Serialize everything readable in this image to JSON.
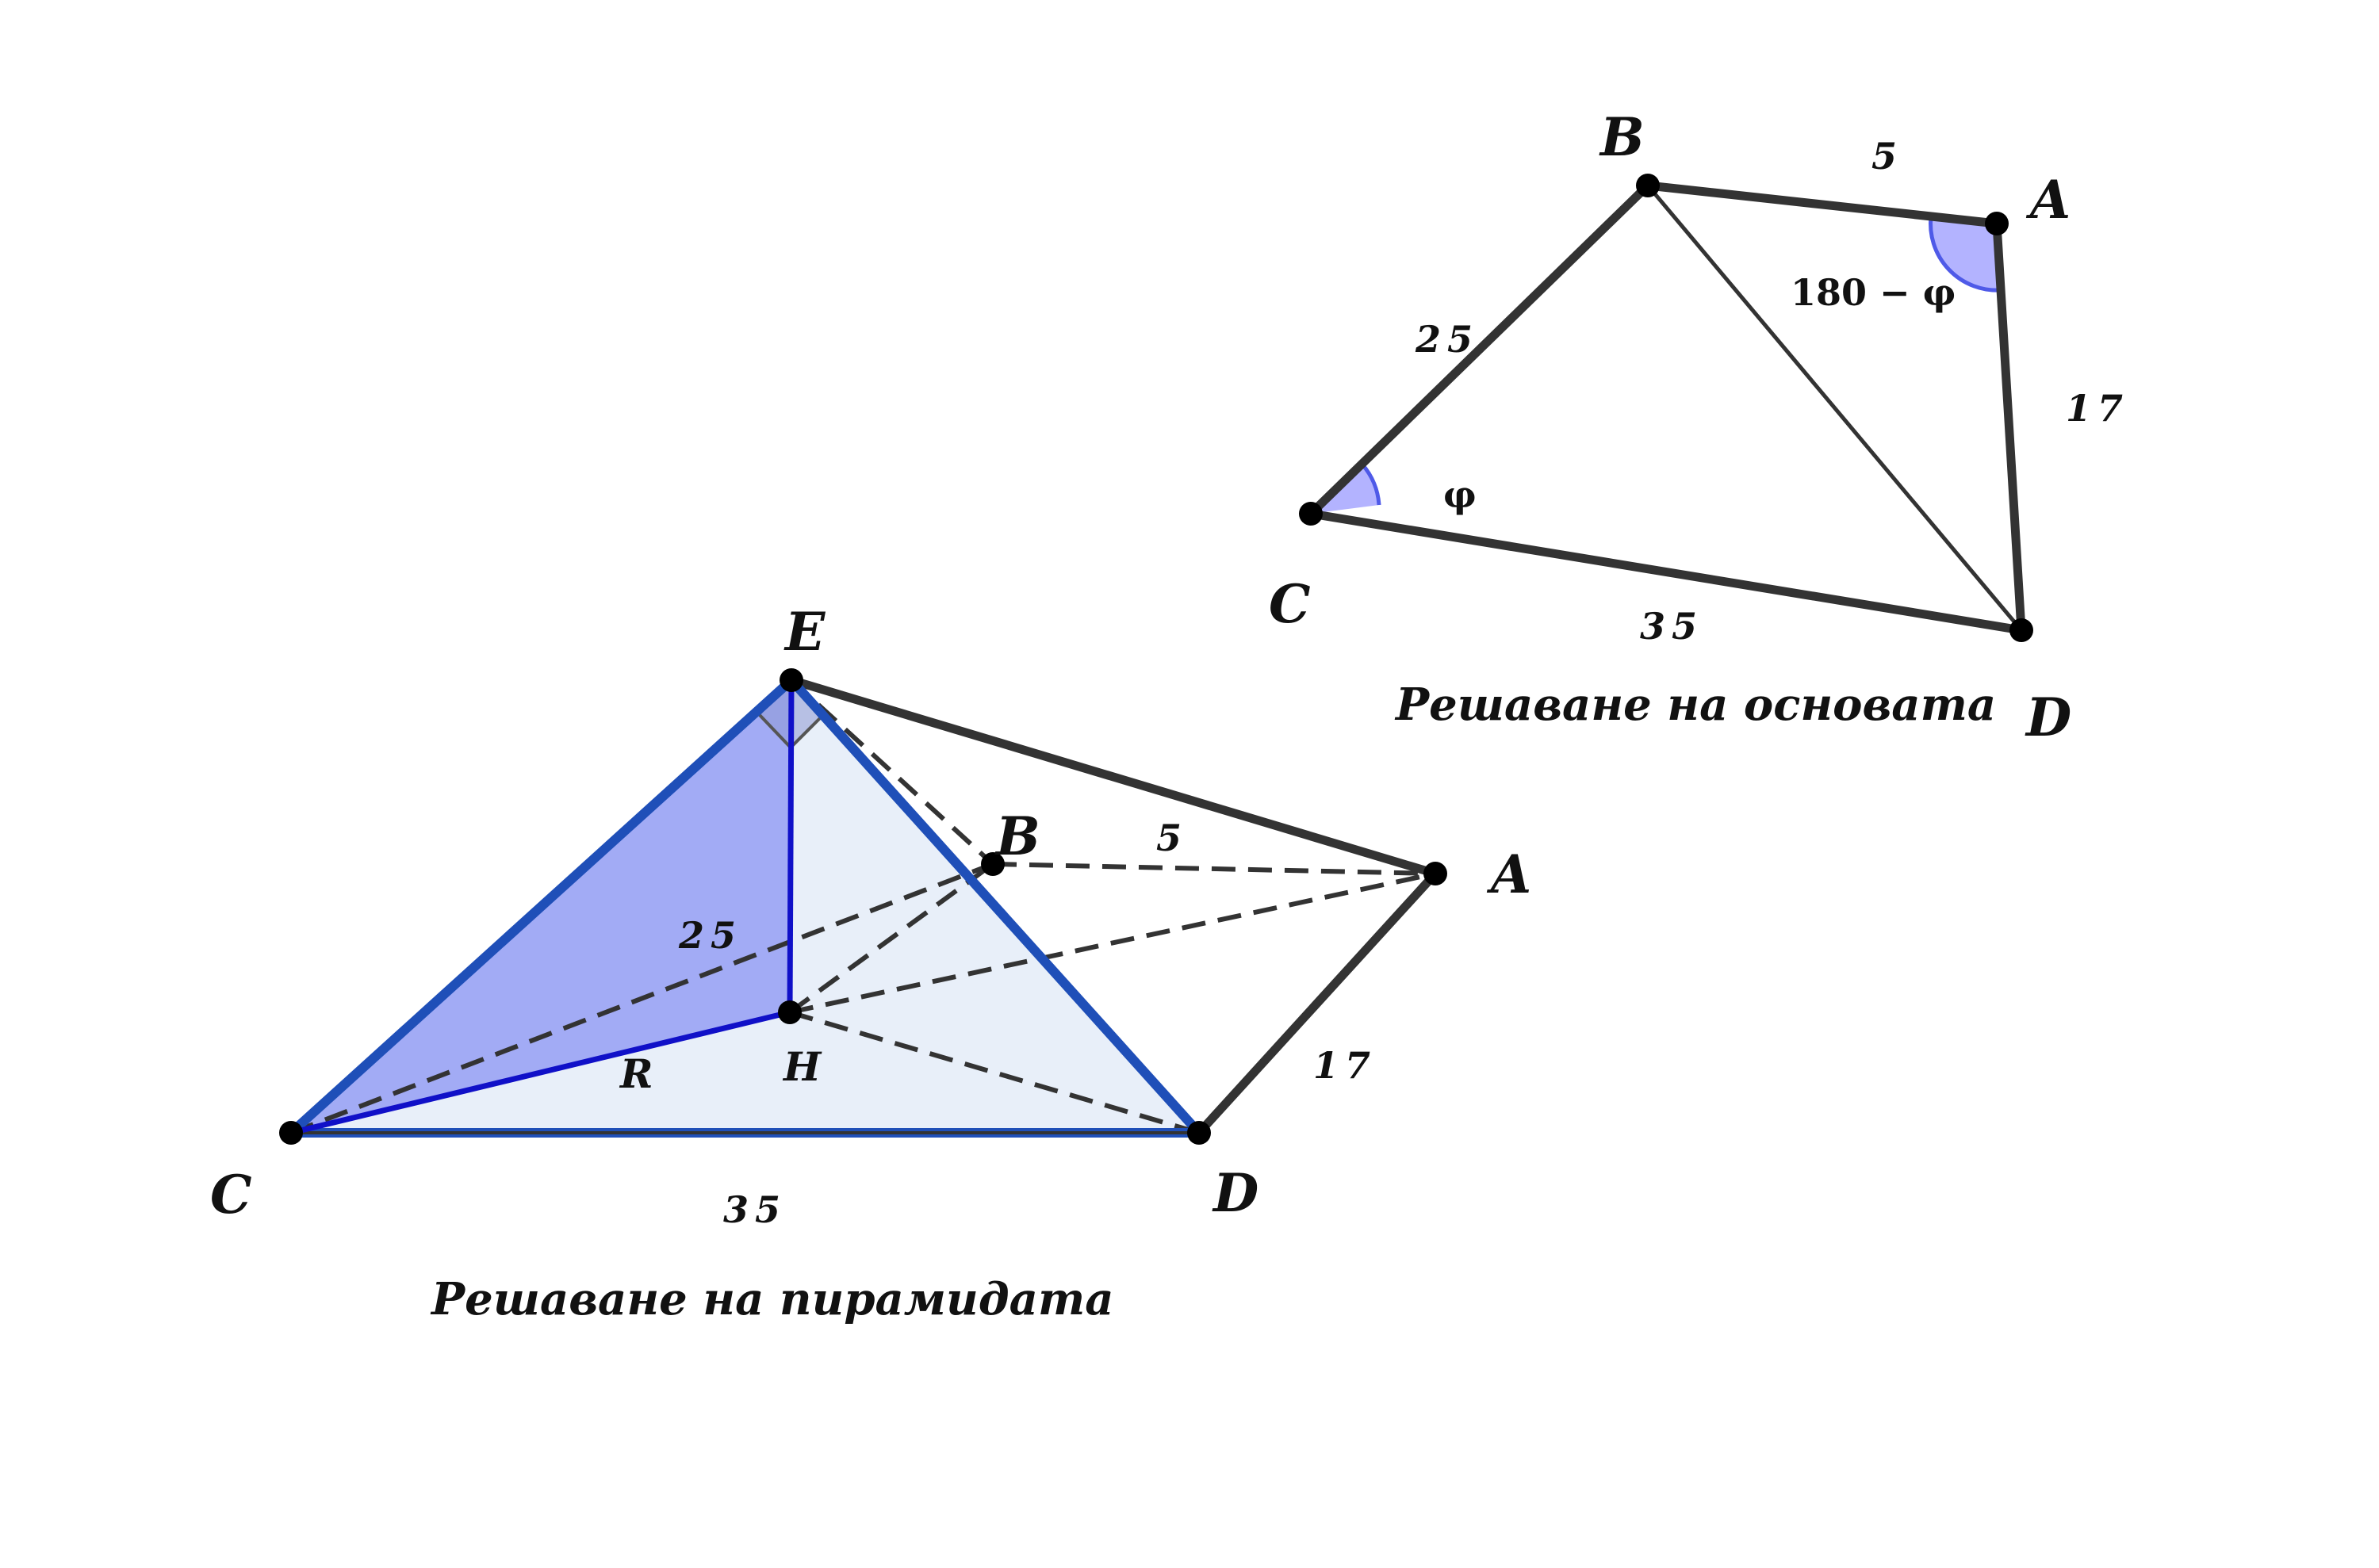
{
  "base": {
    "caption": "Решаване на основата",
    "points": {
      "A": "A",
      "B": "B",
      "C": "C",
      "D": "D"
    },
    "lengths": {
      "AB": "5",
      "BC": "25",
      "CD": "35",
      "DA": "17"
    },
    "angles": {
      "C": "φ",
      "A": "180 − φ"
    }
  },
  "pyramid": {
    "caption": "Решаване на пирамидата",
    "points": {
      "A": "A",
      "B": "B",
      "C": "C",
      "D": "D",
      "E": "E",
      "H": "H"
    },
    "lengths": {
      "AB": "5",
      "BC": "25",
      "CD": "35",
      "DA": "17",
      "R": "R"
    }
  },
  "colors": {
    "edge": "#333333",
    "blue_edge": "#1f4fb8",
    "height": "#1010c8",
    "fill_dark": "#a2abf5",
    "fill_light": "#e8eff9",
    "angle_fill": "#b3b3ff",
    "angle_stroke": "#4f5ae8"
  }
}
